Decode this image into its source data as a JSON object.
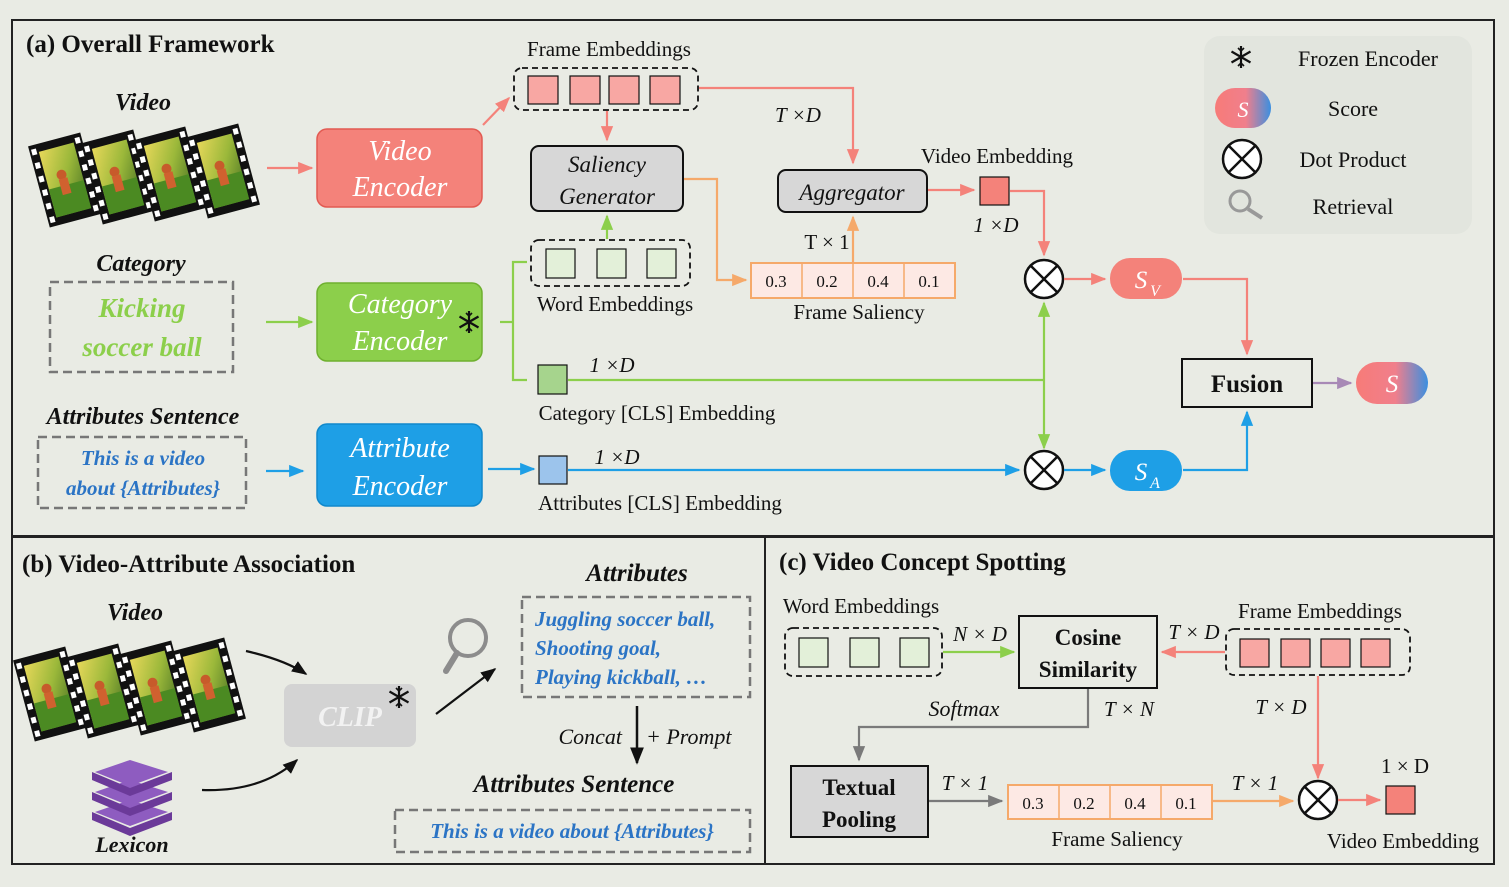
{
  "panels": {
    "a_title": "(a) Overall Framework",
    "b_title": "(b) Video-Attribute Association",
    "c_title": "(c) Video Concept Spotting"
  },
  "legend": {
    "frozen": "Frozen Encoder",
    "score_symbol": "S",
    "score": "Score",
    "dot": "Dot Product",
    "retrieval": "Retrieval"
  },
  "a": {
    "video_label": "Video",
    "video_encoder": [
      "Video",
      "Encoder"
    ],
    "frame_embeddings": "Frame Embeddings",
    "txd_1": "T ×D",
    "saliency_generator": [
      "Saliency",
      "Generator"
    ],
    "aggregator": "Aggregator",
    "video_embedding": "Video Embedding",
    "onexd_video": "1 ×D",
    "tx1": "T × 1",
    "saliency_values": [
      "0.3",
      "0.2",
      "0.4",
      "0.1"
    ],
    "frame_saliency": "Frame Saliency",
    "category_label": "Category",
    "category_text": [
      "Kicking",
      "soccer ball"
    ],
    "category_encoder": [
      "Category",
      "Encoder"
    ],
    "word_embeddings": "Word Embeddings",
    "onexd_cat": "1 ×D",
    "cat_cls": "Category [CLS] Embedding",
    "attr_label": "Attributes Sentence",
    "attr_text": [
      "This is a video",
      "about {Attributes}"
    ],
    "attribute_encoder": [
      "Attribute",
      "Encoder"
    ],
    "onexd_attr": "1 ×D",
    "attr_cls": "Attributes [CLS] Embedding",
    "sv_main": "S",
    "sv_sub": "V",
    "sa_main": "S",
    "sa_sub": "A",
    "fusion": "Fusion",
    "s_final": "S"
  },
  "b": {
    "video_label": "Video",
    "lexicon": "Lexicon",
    "clip": "CLIP",
    "attributes_label": "Attributes",
    "attributes_list": [
      "Juggling soccer ball,",
      "Shooting goal,",
      "Playing kickball, …"
    ],
    "concat": "Concat",
    "prompt": "+ Prompt",
    "attr_sentence_label": "Attributes Sentence",
    "attr_sentence": "This is a video about {Attributes}"
  },
  "c": {
    "word_embeddings": "Word Embeddings",
    "nxd": "N × D",
    "cosine": [
      "Cosine",
      "Similarity"
    ],
    "txd_a": "T × D",
    "frame_embeddings": "Frame Embeddings",
    "softmax": "Softmax",
    "txn": "T × N",
    "txd_b": "T × D",
    "textual_pooling": [
      "Textual",
      "Pooling"
    ],
    "tx1_a": "T × 1",
    "saliency_values": [
      "0.3",
      "0.2",
      "0.4",
      "0.1"
    ],
    "tx1_b": "T × 1",
    "onexd": "1 × D",
    "frame_saliency": "Frame Saliency",
    "video_embedding": "Video Embedding"
  },
  "colors": {
    "red": "#f4827a",
    "red_fill": "#f8a7a3",
    "green": "#8ccf4b",
    "blue": "#1e9fe6",
    "orange": "#f5a96a",
    "gray": "#808080"
  }
}
